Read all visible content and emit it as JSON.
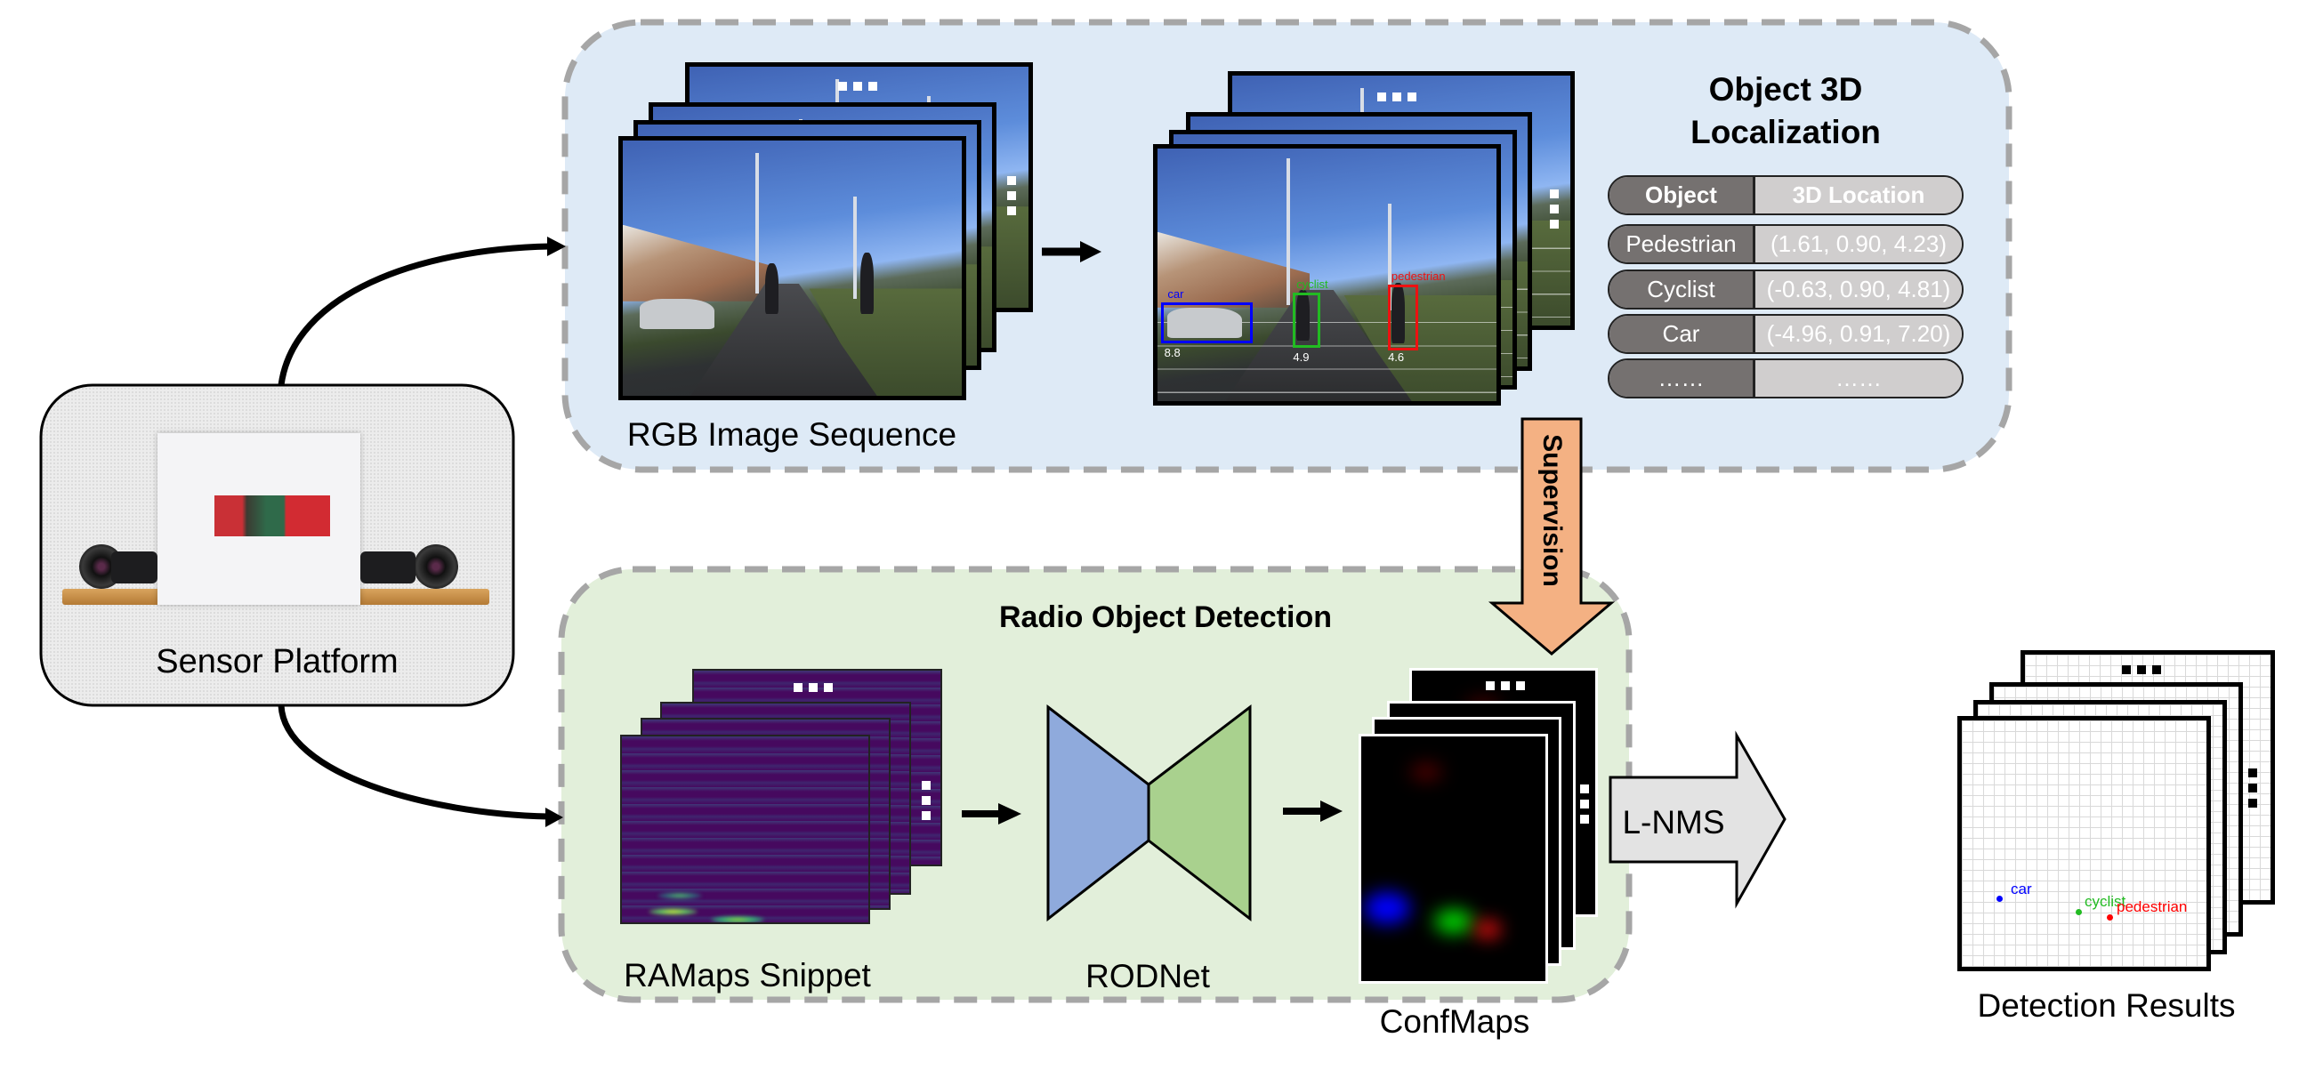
{
  "sensor": {
    "label": "Sensor Platform"
  },
  "camera_branch": {
    "rgb_label": "RGB Image Sequence",
    "localization_title_line1": "Object 3D",
    "localization_title_line2": "Localization",
    "annotations": [
      {
        "tag": "car",
        "distance": "8.8",
        "color": "#0000ff"
      },
      {
        "tag": "cyclist",
        "distance": "4.9",
        "color": "#22bb22"
      },
      {
        "tag": "pedestrian",
        "distance": "4.6",
        "color": "#ee1111"
      }
    ],
    "table": {
      "header": {
        "object": "Object",
        "location": "3D Location"
      },
      "rows": [
        {
          "object": "Pedestrian",
          "location": "(1.61, 0.90, 4.23)"
        },
        {
          "object": "Cyclist",
          "location": "(-0.63, 0.90, 4.81)"
        },
        {
          "object": "Car",
          "location": "(-4.96, 0.91, 7.20)"
        },
        {
          "object": "……",
          "location": "……"
        }
      ]
    }
  },
  "supervision": {
    "label": "Supervision",
    "color": "#f4b183"
  },
  "radar_branch": {
    "title": "Radio Object Detection",
    "ramaps_label": "RAMaps Snippet",
    "rodnet_label": "RODNet",
    "confmaps_label": "ConfMaps",
    "encoder_color": "#8faadc",
    "decoder_color": "#a9d18e"
  },
  "lnms": {
    "label": "L-NMS"
  },
  "results": {
    "label": "Detection Results",
    "detections": [
      {
        "tag": "car",
        "color": "#0000ff"
      },
      {
        "tag": "cyclist",
        "color": "#22bb22"
      },
      {
        "tag": "pedestrian",
        "color": "#ff0000"
      }
    ]
  },
  "colors": {
    "top_panel_bg": "#deeaf6",
    "bottom_panel_bg": "#e2efda",
    "panel_border": "#a6a6a6",
    "sensor_bg": "#ececec"
  }
}
